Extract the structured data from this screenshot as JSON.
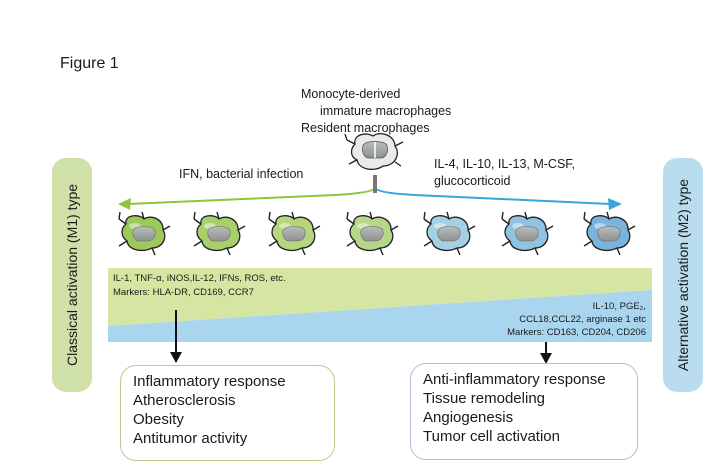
{
  "figure_label": "Figure 1",
  "source": {
    "lines": [
      "Monocyte-derived",
      "immature macrophages",
      "Resident macrophages"
    ]
  },
  "left_stimulus": "IFN, bacterial infection",
  "right_stimulus": [
    "IL-4, IL-10, IL-13, M-CSF,",
    "glucocorticoid"
  ],
  "left_type_label": "Classical activation (M1) type",
  "right_type_label": "Alternative activation (M2) type",
  "m1_factors": {
    "line1": "IL-1, TNF-α, iNOS,IL-12, IFNs, ROS, etc.",
    "line2": "Markers: HLA-DR, CD169, CCR7"
  },
  "m2_factors": {
    "line1": "IL-10, PGE₂,",
    "line2": "CCL18,CCL22, arginase 1 etc",
    "line3": "Markers: CD163, CD204, CD206"
  },
  "m1_outcomes": [
    "Inflammatory response",
    "Atherosclerosis",
    "Obesity",
    "Antitumor activity"
  ],
  "m2_outcomes": [
    "Anti-inflammatory response",
    "Tissue remodeling",
    "Angiogenesis",
    "Tumor cell activation"
  ],
  "cells": [
    {
      "color": "#9dc85a",
      "nucleus": "#a6aaa8"
    },
    {
      "color": "#a9cf6c",
      "nucleus": "#a6aaa8"
    },
    {
      "color": "#b6d57d",
      "nucleus": "#a6aaa8"
    },
    {
      "color": "#b6d78a",
      "nucleus": "#a6aaa8"
    },
    {
      "color": "#a5cfe4",
      "nucleus": "#a6aaa8"
    },
    {
      "color": "#8fc3e0",
      "nucleus": "#a6aaa8"
    },
    {
      "color": "#7ab4dc",
      "nucleus": "#a6aaa8"
    }
  ],
  "colors": {
    "m1_green": "#8dc63f",
    "m2_blue": "#3aa5d8",
    "m1_wedge": "#d5e6a2",
    "m2_wedge": "#a9d6ee"
  }
}
